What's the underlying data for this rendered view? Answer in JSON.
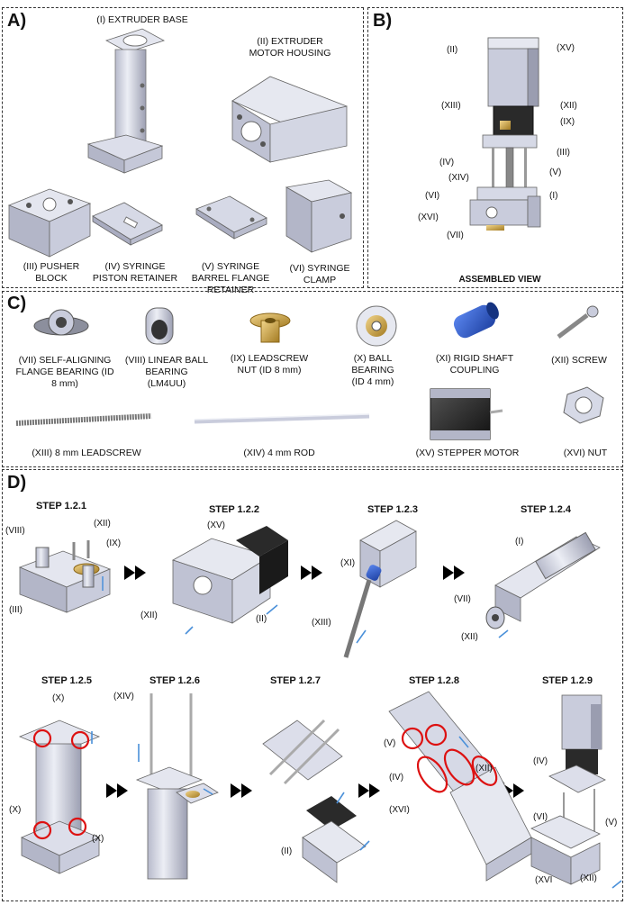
{
  "panels": {
    "a": {
      "label": "A)",
      "parts": [
        {
          "key": "base",
          "caption": "(I) EXTRUDER BASE"
        },
        {
          "key": "motor_housing",
          "caption": "(II) EXTRUDER\nMOTOR HOUSING"
        },
        {
          "key": "pusher",
          "caption": "(III) PUSHER\nBLOCK"
        },
        {
          "key": "piston",
          "caption": "(IV) SYRINGE\nPISTON RETAINER"
        },
        {
          "key": "barrel",
          "caption": "(V) SYRINGE\nBARREL FLANGE\nRETAINER"
        },
        {
          "key": "clamp",
          "caption": "(VI) SYRINGE\nCLAMP"
        }
      ]
    },
    "b": {
      "label": "B)",
      "footer": "ASSEMBLED VIEW",
      "callouts": [
        "(II)",
        "(XV)",
        "(XIII)",
        "(XII)",
        "(IX)",
        "(III)",
        "(IV)",
        "(XIV)",
        "(V)",
        "(VI)",
        "(I)",
        "(XVI)",
        "(VII)"
      ]
    },
    "c": {
      "label": "C)",
      "parts": [
        {
          "key": "flange_bearing",
          "caption": "(VII) SELF-ALIGNING\nFLANGE BEARING (ID\n8 mm)"
        },
        {
          "key": "linear_bearing",
          "caption": "(VIII) LINEAR BALL\nBEARING\n(LM4UU)"
        },
        {
          "key": "leadscrew_nut",
          "caption": "(IX) LEADSCREW\nNUT (ID 8 mm)"
        },
        {
          "key": "ball_bearing",
          "caption": "(X) BALL\nBEARING\n(ID 4 mm)"
        },
        {
          "key": "coupling",
          "caption": "(XI) RIGID SHAFT\nCOUPLING"
        },
        {
          "key": "screw",
          "caption": "(XII) SCREW"
        },
        {
          "key": "leadscrew",
          "caption": "(XIII) 8 mm LEADSCREW"
        },
        {
          "key": "rod",
          "caption": "(XIV) 4 mm ROD"
        },
        {
          "key": "stepper",
          "caption": "(XV) STEPPER MOTOR"
        },
        {
          "key": "nut",
          "caption": "(XVI) NUT"
        }
      ]
    },
    "d": {
      "label": "D)",
      "steps": [
        "STEP 1.2.1",
        "STEP 1.2.2",
        "STEP 1.2.3",
        "STEP 1.2.4",
        "STEP 1.2.5",
        "STEP 1.2.6",
        "STEP 1.2.7",
        "STEP 1.2.8",
        "STEP 1.2.9"
      ],
      "callouts": {
        "s1": [
          "(VIII)",
          "(XII)",
          "(IX)",
          "(III)"
        ],
        "s2": [
          "(XV)",
          "(XII)",
          "(II)"
        ],
        "s3": [
          "(XI)",
          "(XIII)"
        ],
        "s4": [
          "(I)",
          "(VII)",
          "(XII)"
        ],
        "s5": [
          "(X)",
          "(X)",
          "(X)"
        ],
        "s6": [
          "(XIV)"
        ],
        "s7": [
          "(II)"
        ],
        "s8": [
          "(V)",
          "(XII)",
          "(IV)",
          "(XVI)"
        ],
        "s9": [
          "(IV)",
          "(VI)",
          "(V)",
          "(XVI",
          "(XII)"
        ]
      }
    }
  },
  "colors": {
    "part_fill": "#c9ccdc",
    "part_shade": "#9a9db0",
    "part_light": "#e6e8f0",
    "brass": "#c9a24a",
    "coupling_blue": "#2f5fcf",
    "motor_black": "#2a2a2a",
    "arrow_blue": "#4a90d9",
    "highlight_red": "#dd1111"
  }
}
